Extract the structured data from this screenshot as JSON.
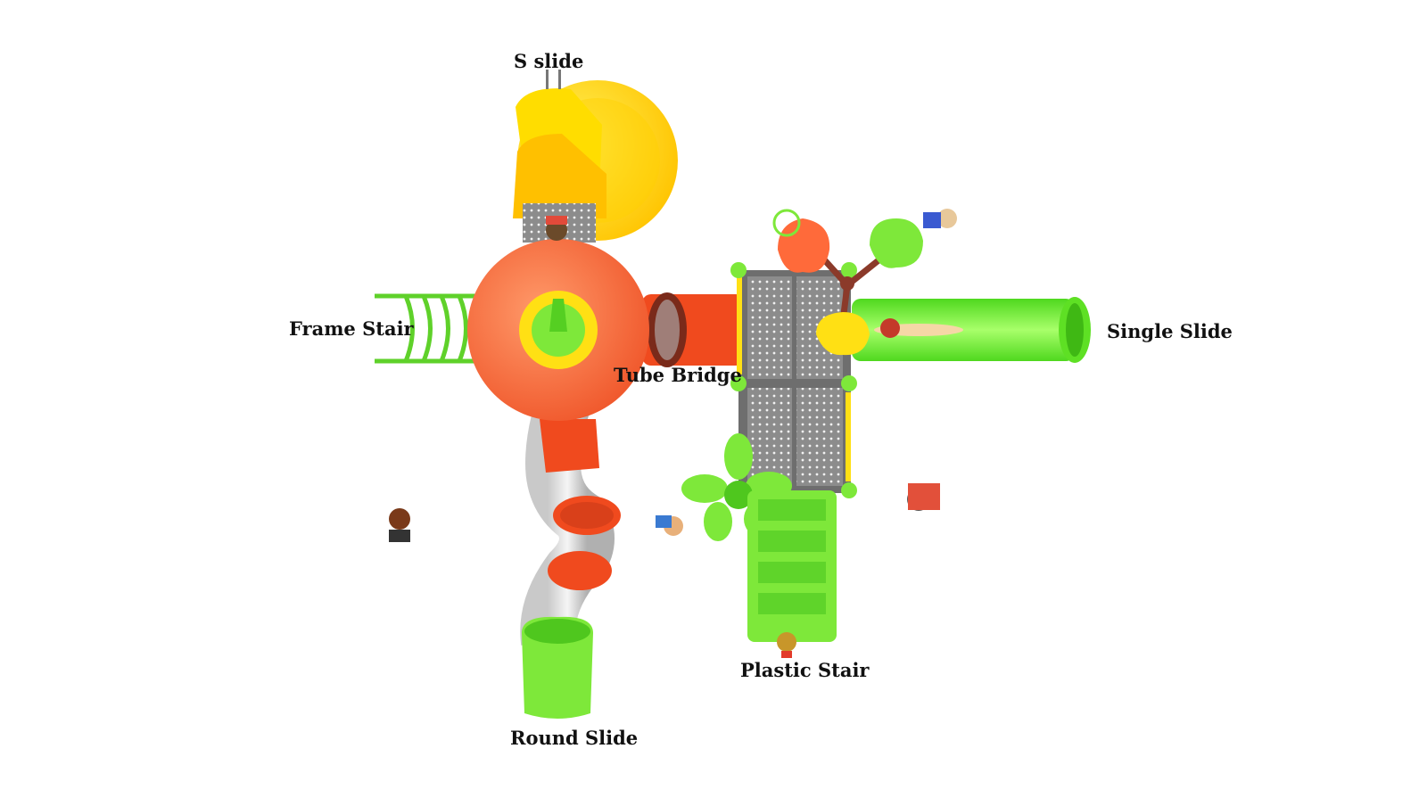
{
  "labels": {
    "s_slide": "S slide",
    "frame_stair": "Frame Stair",
    "tube_bridge": "Tube Bridge",
    "single_slide": "Single Slide",
    "plastic_stair": "Plastic Stair",
    "round_slide": "Round Slide"
  },
  "colors": {
    "green": "#7ee83a",
    "dark_green": "#4fbf1e",
    "yellow": "#ffe014",
    "orange": "#ff6a3a",
    "red_orange": "#f04a1e",
    "gray_deck": "#8a8a8a",
    "brown": "#8b3a2a"
  }
}
